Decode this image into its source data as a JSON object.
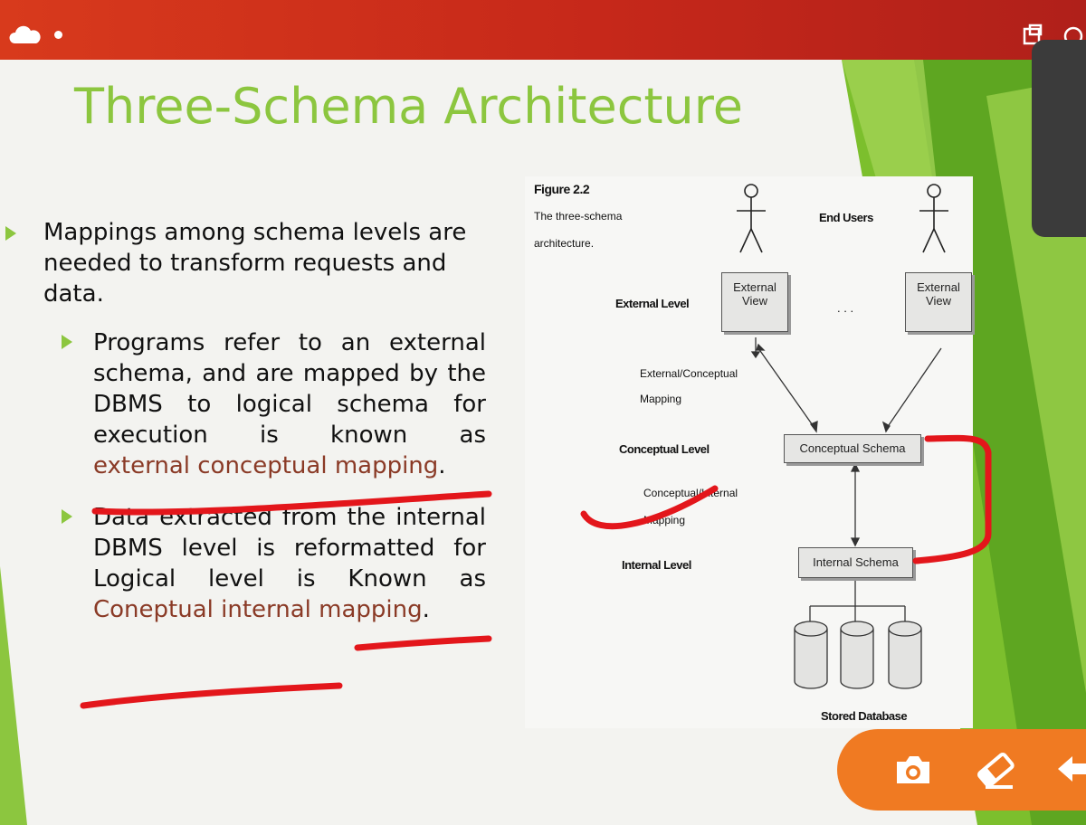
{
  "slide": {
    "title": "Three-Schema Architecture",
    "bullet1": "Mappings among schema levels are needed to transform requests and data.",
    "sub1": {
      "text": "Programs refer to an external schema, and are mapped by the DBMS to logical schema for execution is known as",
      "highlight": "external conceptual mapping",
      "tail": "."
    },
    "sub2": {
      "text": "Data extracted from the internal DBMS level is reformatted for Logical level is Known as",
      "highlight": "Coneptual internal mapping",
      "tail": "."
    }
  },
  "figure": {
    "caption_title": "Figure 2.2",
    "caption_line1": "The three-schema",
    "caption_line2": "architecture.",
    "end_users": "End Users",
    "external_level": "External Level",
    "external_view_a": "External View",
    "external_view_b": "External View",
    "ellipsis": ". . .",
    "ext_conc_mapping_1": "External/Conceptual",
    "ext_conc_mapping_2": "Mapping",
    "conceptual_level": "Conceptual Level",
    "conceptual_schema": "Conceptual Schema",
    "conc_int_mapping_1": "Conceptual/Internal",
    "conc_int_mapping_2": "Mapping",
    "internal_level": "Internal Level",
    "internal_schema": "Internal Schema",
    "stored_database": "Stored Database"
  },
  "toolbar": {
    "camera_icon": "camera-icon",
    "eraser_icon": "eraser-icon",
    "back_icon": "back-arrow-icon"
  },
  "colors": {
    "title_green": "#8cc63f",
    "highlight_brown": "#8a3a26",
    "annotation_red": "#e3161b",
    "toolbar_orange": "#f07a22",
    "topbar_red": "#c6281a"
  }
}
